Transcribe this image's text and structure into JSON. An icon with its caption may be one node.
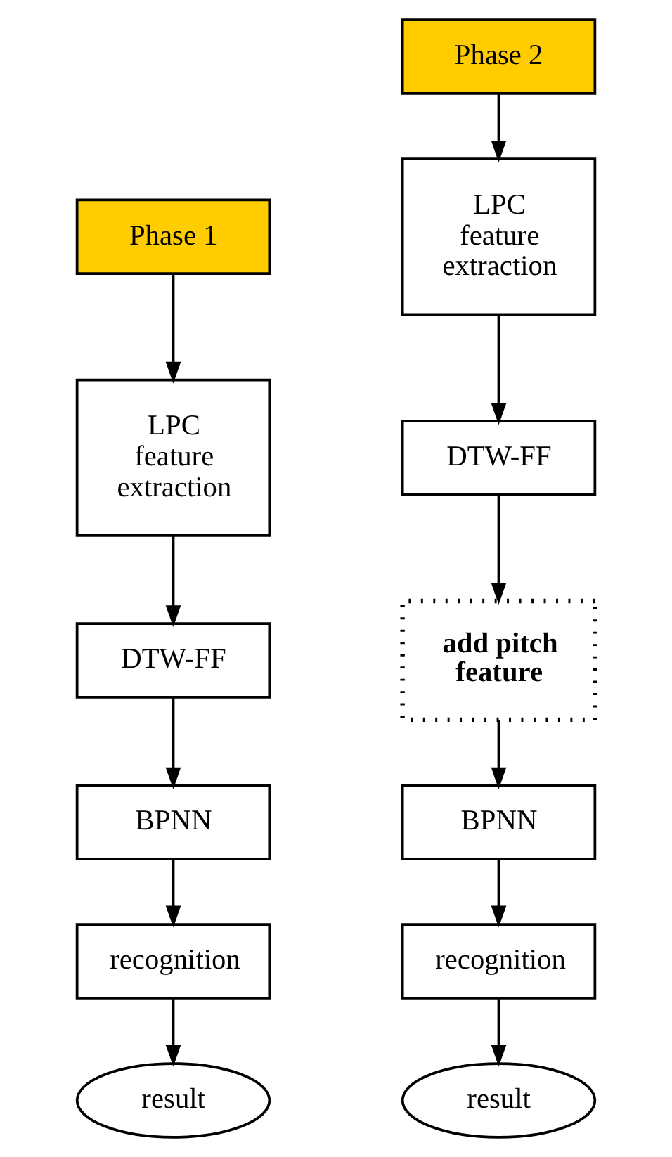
{
  "diagram": {
    "nodes": [
      {
        "text": [
          "Phase 1"
        ]
      },
      {
        "text": [
          "LPC feature extraction"
        ]
      },
      {
        "text": [
          "DTW-FF"
        ]
      },
      {
        "text": [
          "BPNN"
        ]
      },
      {
        "text": [
          "recognition"
        ]
      },
      {
        "text": [
          "result"
        ]
      },
      {
        "text": [
          "Phase 2"
        ]
      },
      {
        "text": [
          "LPC feature extraction"
        ]
      },
      {
        "text": [
          "DTW-FF"
        ]
      },
      {
        "text": [
          "add pitch feature"
        ]
      },
      {
        "text": [
          "BPNN"
        ]
      },
      {
        "text": [
          "recognition"
        ]
      },
      {
        "text": [
          "result"
        ]
      }
    ],
    "edges": [
      {
        "from": 0,
        "to": 1,
        "arrow": "to"
      },
      {
        "from": 1,
        "to": 2,
        "arrow": "to"
      },
      {
        "from": 2,
        "to": 3,
        "arrow": "to"
      },
      {
        "from": 3,
        "to": 4,
        "arrow": "to"
      },
      {
        "from": 4,
        "to": 5,
        "arrow": "to"
      },
      {
        "from": 6,
        "to": 7,
        "arrow": "to"
      },
      {
        "from": 7,
        "to": 8,
        "arrow": "to"
      },
      {
        "from": 8,
        "to": 9,
        "arrow": "to"
      },
      {
        "from": 9,
        "to": 10,
        "arrow": "to"
      },
      {
        "from": 10,
        "to": 11,
        "arrow": "to"
      },
      {
        "from": 11,
        "to": 12,
        "arrow": "to"
      }
    ]
  }
}
